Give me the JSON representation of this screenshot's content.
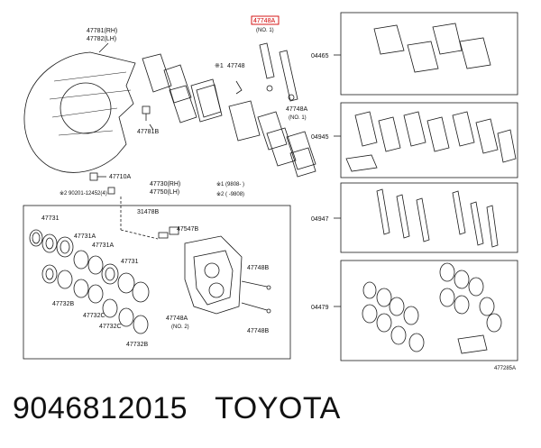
{
  "labels": {
    "shield_rh": "47781(RH)",
    "shield_lh": "47782(LH)",
    "bolt_47781b": "47781B",
    "hl_47748a": "47748A",
    "no1_top": "(NO. 1)",
    "mark1": "※1",
    "p47748": "47748",
    "p47748a_mid": "47748A",
    "no1_mid": "(NO. 1)",
    "p47710a": "47710A",
    "note2_part": "※2 90201-12452(4)",
    "caliper_rh": "47730(RH)",
    "caliper_lh": "47750(LH)",
    "note_a": "※1 (9808-   )",
    "note_b": "※2 (   -9808)",
    "p31478b": "31478B",
    "p47547b": "47547B",
    "p47731_1": "47731",
    "p47731a_1": "47731A",
    "p47731a_2": "47731A",
    "p47731_2": "47731",
    "p47732b_1": "47732B",
    "p47732c_1": "47732C",
    "p47732c_2": "47732C",
    "p47732b_2": "47732B",
    "p47748a_low": "47748A",
    "no2": "(NO. 2)",
    "p47748b_1": "47748B",
    "p47748b_2": "47748B",
    "kit_04465": "04465",
    "kit_04945": "04945",
    "kit_04947": "04947",
    "kit_04479": "04479",
    "fig_no": "477285A"
  },
  "caption": {
    "part_number": "9046812015",
    "brand": "TOYOTA"
  },
  "colors": {
    "line": "#1a1a1a",
    "highlight": "#d10000",
    "background": "#ffffff"
  }
}
